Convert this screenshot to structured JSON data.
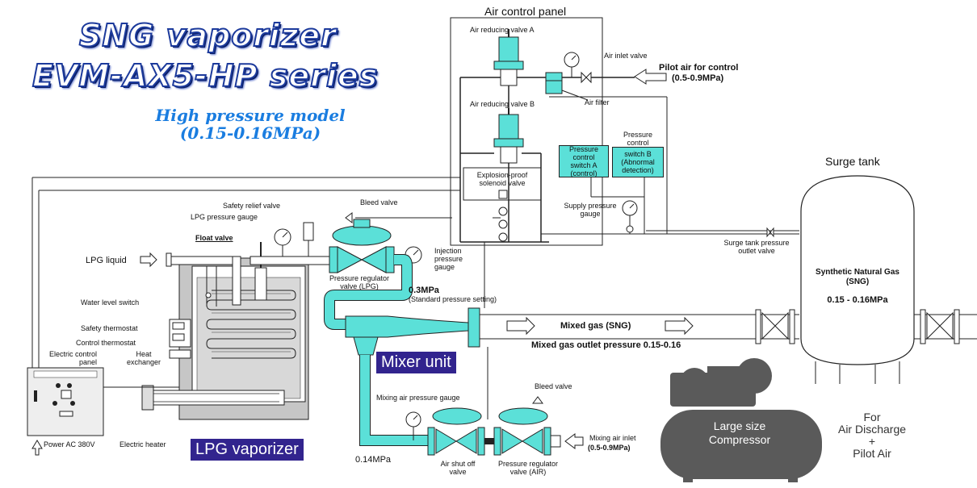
{
  "title": {
    "line1": "SNG vaporizer",
    "line2": "EVM-AX5-HP series",
    "subtitle_line1": "High pressure model",
    "subtitle_line2": "(0.15-0.16MPa)"
  },
  "air_control_panel": {
    "title": "Air control panel",
    "reducing_valve_a": "Air reducing valve A",
    "reducing_valve_b": "Air reducing valve B",
    "inlet_valve": "Air inlet valve",
    "filter": "Air filter",
    "pilot_air": "Pilot air for control",
    "pilot_air_pressure": "(0.5-0.9MPa)",
    "switch_a": [
      "Pressure",
      "control",
      "switch A",
      "(control)"
    ],
    "switch_b": [
      "Pressure",
      "control",
      "switch B",
      "(Abnormal",
      "detection)"
    ],
    "solenoid": [
      "Explosion-proof",
      "solenoid valve"
    ],
    "supply_gauge": [
      "Supply pressure",
      "gauge"
    ]
  },
  "vaporizer": {
    "safety_relief_valve": "Safety relief valve",
    "lpg_pressure_gauge": "LPG pressure gauge",
    "float_valve": "Float valve",
    "lpg_liquid": "LPG liquid",
    "water_level_switch": "Water level switch",
    "safety_thermostat": "Safety thermostat",
    "control_thermostat": "Control thermostat",
    "heat_exchanger": [
      "Heat",
      "exchanger"
    ],
    "electric_control_panel": [
      "Electric control",
      "panel"
    ],
    "electric_heater": "Electric heater",
    "power": "Power AC 380V",
    "badge": "LPG vaporizer"
  },
  "regulator": {
    "bleed_valve": "Bleed valve",
    "pressure_regulator": [
      "Pressure regulator",
      "valve (LPG)"
    ],
    "injection_gauge": [
      "Injection",
      "pressure",
      "gauge"
    ],
    "setting_value": "0.3MPa",
    "setting_note": "(Standard pressure setting)"
  },
  "mixer": {
    "badge": "Mixer unit",
    "mixed_gas": "Mixed gas (SNG)",
    "outlet_pressure": "Mixed gas outlet pressure 0.15-0.16",
    "mixing_gauge": "Mixing air pressure gauge",
    "bleed_valve": "Bleed valve",
    "low_pressure": "0.14MPa",
    "shutoff_valve": [
      "Air shut off",
      "valve"
    ],
    "regulator_air": [
      "Pressure regulator",
      "valve (AIR)"
    ],
    "mixing_air_inlet": "Mixing air inlet",
    "mixing_air_pressure": "(0.5-0.9MPa)"
  },
  "surge_tank": {
    "title": "Surge tank",
    "outlet_valve": [
      "Surge tank pressure",
      "outlet valve"
    ],
    "content": [
      "Synthetic Natural Gas",
      "(SNG)"
    ],
    "pressure": "0.15 - 0.16MPa"
  },
  "compressor": {
    "label": [
      "Large size",
      "Compressor"
    ],
    "purpose": [
      "For",
      "Air Discharge",
      "+",
      "Pilot Air"
    ]
  },
  "colors": {
    "cyan": "#5be0d8",
    "badge": "#32248e",
    "title_blue": "#1c3a9c",
    "subtitle_blue": "#1a7de0",
    "compressor": "#5a5a5a"
  }
}
